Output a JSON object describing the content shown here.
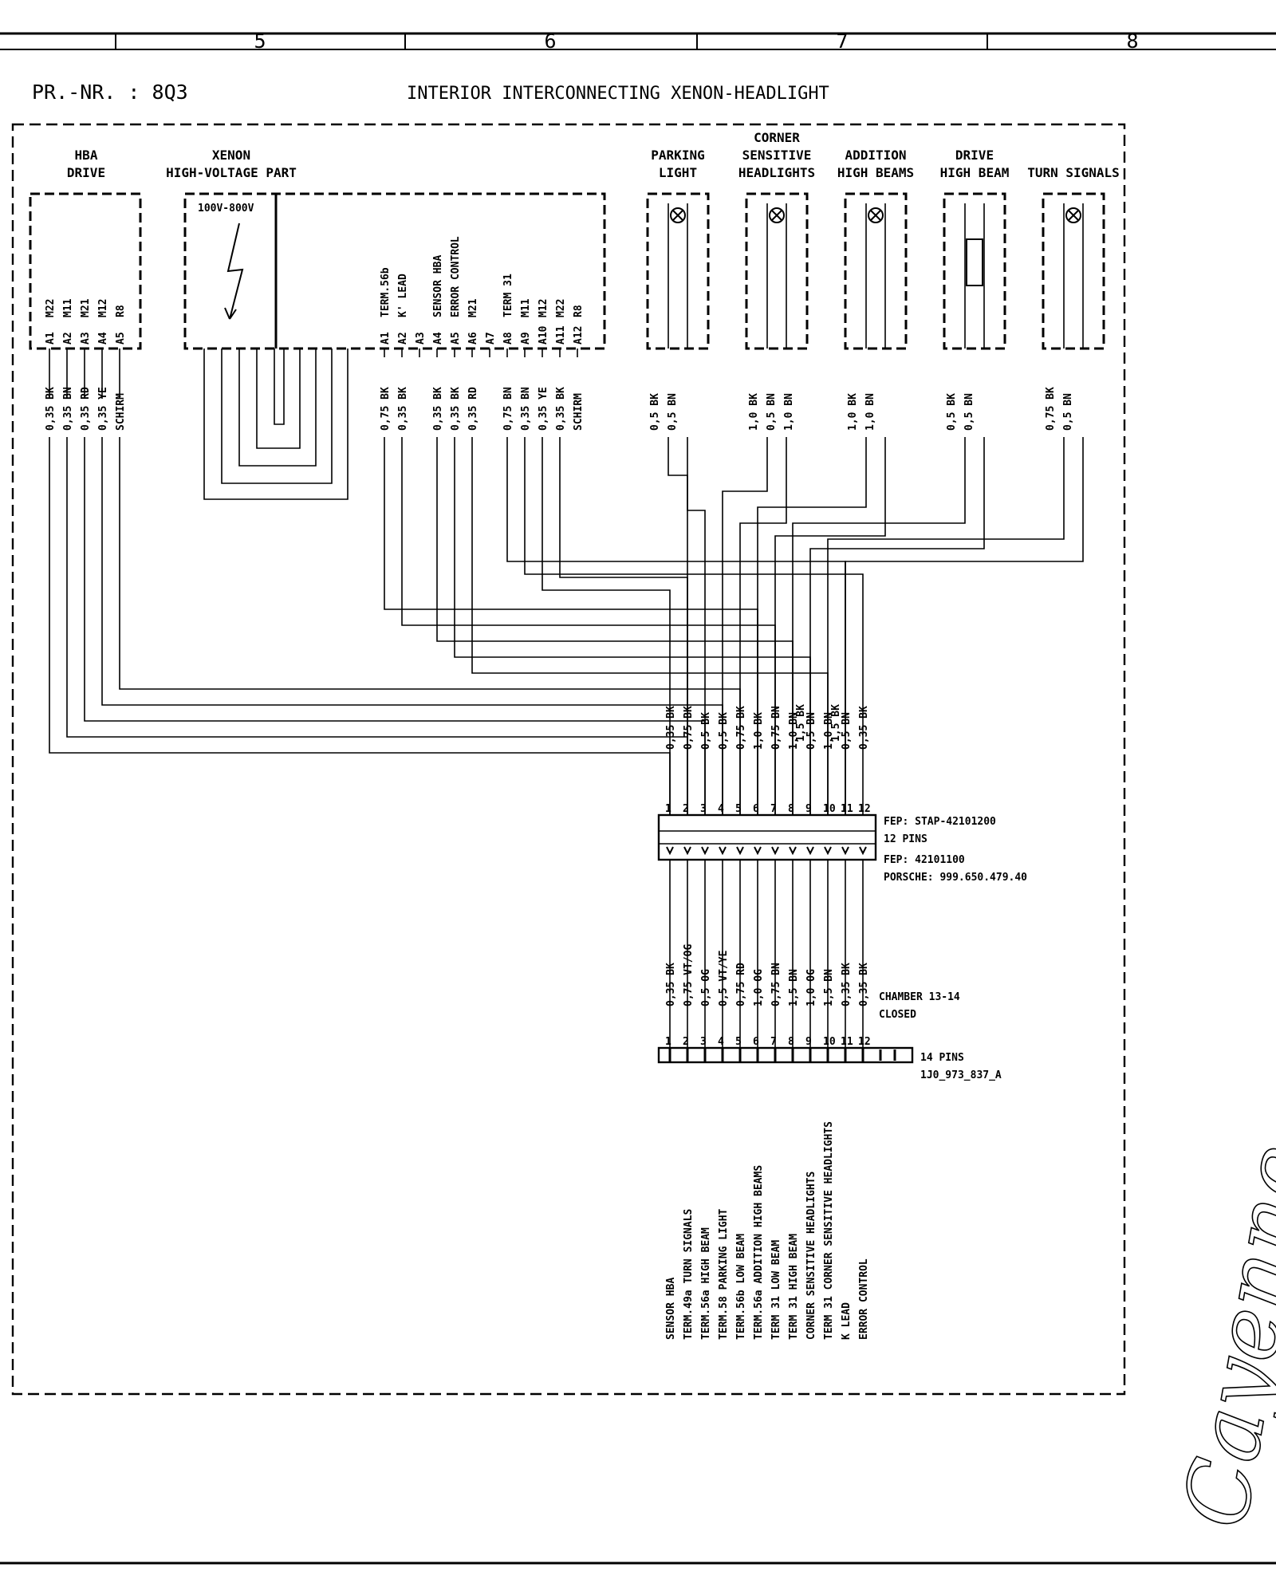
{
  "columns": [
    "5",
    "6",
    "7",
    "8"
  ],
  "header": {
    "pr_nr": "PR.-NR. : 8Q3",
    "title": "INTERIOR INTERCONNECTING XENON-HEADLIGHT"
  },
  "hba": {
    "label1": "HBA",
    "label2": "DRIVE",
    "signals": [
      "M22",
      "M11",
      "M21",
      "M12",
      "R8"
    ],
    "pins": [
      "A1",
      "A2",
      "A3",
      "A4",
      "A5"
    ],
    "wires": [
      "0,35 BK",
      "0,35 BN",
      "0,35 RD",
      "0,35 YE",
      "SCHIRM"
    ]
  },
  "xenon": {
    "label1": "XENON",
    "label2": "HIGH-VOLTAGE PART",
    "voltage": "100V-800V",
    "signals": [
      "TERM.56b",
      "K' LEAD",
      "",
      "SENSOR HBA",
      "ERROR CONTROL",
      "M21",
      "",
      "TERM 31",
      "M11",
      "M12",
      "M22",
      "R8"
    ],
    "pins": [
      "A1",
      "A2",
      "A3",
      "A4",
      "A5",
      "A6",
      "A7",
      "A8",
      "A9",
      "A10",
      "A11",
      "A12"
    ],
    "wires": [
      "0,75 BK",
      "0,35 BK",
      "0,35 BK",
      "0,35 BK",
      "0,35 RD",
      "0,75 BN",
      "0,35 BN",
      "0,35 YE",
      "0,35 BK",
      "SCHIRM"
    ]
  },
  "lamps": [
    {
      "label": [
        "",
        "PARKING",
        "LIGHT"
      ],
      "wires": [
        "0,5 BK",
        "0,5 BN"
      ]
    },
    {
      "label": [
        "CORNER",
        "SENSITIVE",
        "HEADLIGHTS"
      ],
      "wires": [
        "1,0 BK",
        "0,5 BN",
        "1,0 BN"
      ]
    },
    {
      "label": [
        "",
        "ADDITION",
        "HIGH BEAMS"
      ],
      "wires": [
        "1,0 BK",
        "1,0 BN"
      ]
    },
    {
      "label": [
        "",
        "DRIVE",
        "HIGH BEAM"
      ],
      "wires": [
        "0,5 BK",
        "0,5 BN"
      ]
    },
    {
      "label": [
        "",
        "",
        "TURN SIGNALS"
      ],
      "wires": [
        "0,75 BK",
        "0,5 BN"
      ]
    }
  ],
  "connector1": {
    "wires": [
      "0,35 BK",
      "0,75 BK",
      "0,5 BK",
      "0,5 BK",
      "0,75 BK",
      "1,0 BK",
      "0,75 BN",
      "1,0 BN",
      "0,5 BN",
      "1,0 BN",
      "0,5 BN",
      "0,35 BK"
    ],
    "extra_wires": [
      "1,5 BK",
      "1,5 BK"
    ],
    "pin_numbers": [
      "1",
      "2",
      "3",
      "4",
      "5",
      "6",
      "7",
      "8",
      "9",
      "10",
      "11",
      "12"
    ],
    "info1": "FEP: STAP-42101200",
    "info2": "12 PINS",
    "info3": "FEP: 42101100",
    "info4": "PORSCHE: 999.650.479.40"
  },
  "connector2": {
    "wires": [
      "0,35 BK",
      "0,75 VT/OG",
      "0,5 OG",
      "0,5 VT/YE",
      "0,75 RD",
      "1,0 OG",
      "0,75 BN",
      "1,5 BN",
      "1,0 OG",
      "1,5 BN",
      "0,35 BK",
      "0,35 BK"
    ],
    "pin_numbers": [
      "1",
      "2",
      "3",
      "4",
      "5",
      "6",
      "7",
      "8",
      "9",
      "10",
      "11",
      "12"
    ],
    "chamber1": "CHAMBER 13-14",
    "chamber2": "CLOSED",
    "pins_label": "14 PINS",
    "part_number": "1J0_973_837_A"
  },
  "functions": [
    "SENSOR HBA",
    "TERM.49a TURN SIGNALS",
    "TERM.56a HIGH BEAM",
    "TERM.58 PARKING LIGHT",
    "TERM.56b LOW BEAM",
    "TERM.56a ADDITION HIGH BEAMS",
    "TERM 31 LOW BEAM",
    "TERM 31 HIGH BEAM",
    "CORNER SENSITIVE HEADLIGHTS",
    "TERM 31 CORNER SENSITIVE HEADLIGHTS",
    "K LEAD",
    "ERROR CONTROL"
  ],
  "logo": "Cayenne"
}
